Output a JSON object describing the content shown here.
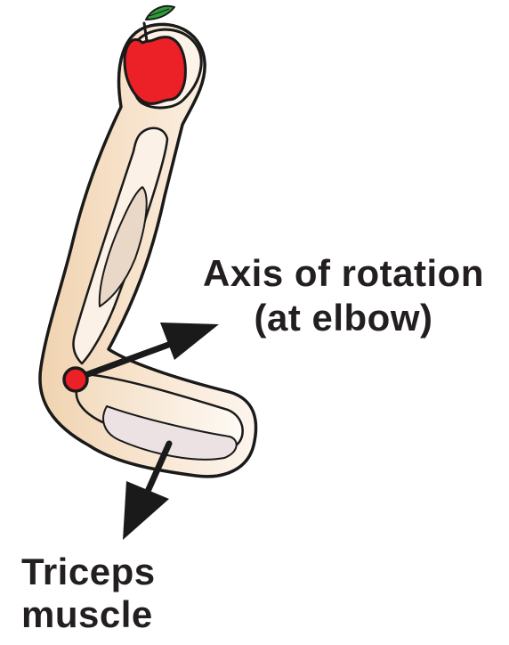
{
  "labels": {
    "axis_line1": "Axis of rotation",
    "axis_line2": "(at elbow)",
    "triceps_line1": "Triceps",
    "triceps_line2": "muscle"
  },
  "colors": {
    "skin_light": "#fdf6ee",
    "skin_dark": "#f0d3b0",
    "outline": "#1a1a1a",
    "bone": "#fbf1e6",
    "muscle_biceps": "#e9d7c7",
    "muscle_triceps": "#ece2e4",
    "apple": "#ec2027",
    "leaf": "#2e9d3a",
    "pivot": "#ec2027",
    "arrow": "#1a1a1a"
  },
  "icons": {
    "apple": "apple-icon",
    "pivot": "pivot-dot-icon"
  }
}
